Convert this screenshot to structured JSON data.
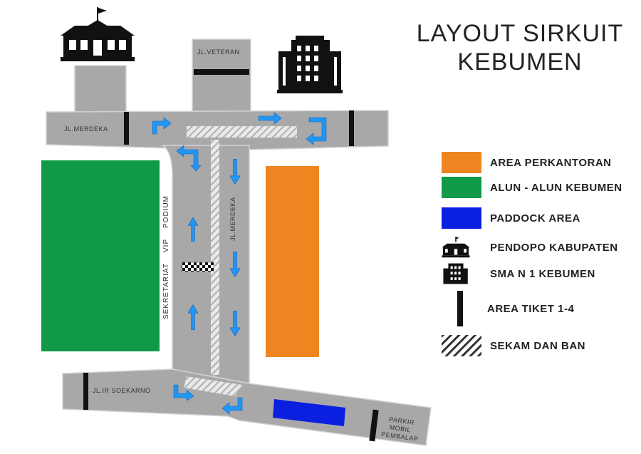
{
  "title": {
    "line1": "LAYOUT SIRKUIT",
    "line2": "KEBUMEN"
  },
  "colors": {
    "road": "#a8a8a8",
    "road_edge": "#d0d0d0",
    "office": "#ef8520",
    "alun": "#109a48",
    "paddock": "#0a1fe0",
    "arrow": "#2196f3",
    "ticket": "#111111"
  },
  "roads": {
    "veteran": "JL.VETERAN",
    "merdeka_h": "JL.MERDEKA",
    "merdeka_v": "JL.MERDEKA",
    "soekarno": "JL.IR SOEKARNO",
    "parkir": [
      "PARKIR",
      "MOBIL",
      "PEMBALAP"
    ]
  },
  "side_labels": {
    "podium": "PODIUM",
    "vip": "VIP",
    "sekretariat": "SEKRETARIAT"
  },
  "legend": [
    {
      "type": "rect",
      "color": "#ef8520",
      "label": "AREA PERKANTORAN",
      "icon": "office-swatch"
    },
    {
      "type": "rect",
      "color": "#109a48",
      "label": "ALUN - ALUN KEBUMEN",
      "icon": "alun-swatch"
    },
    {
      "type": "rect",
      "color": "#0a1fe0",
      "label": "PADDOCK AREA",
      "icon": "paddock-swatch"
    },
    {
      "type": "pendopo",
      "label": "PENDOPO KABUPATEN",
      "icon": "pendopo-icon"
    },
    {
      "type": "building",
      "label": "SMA N 1 KEBUMEN",
      "icon": "school-building-icon"
    },
    {
      "type": "ticket",
      "label": "AREA TIKET 1-4",
      "icon": "ticket-bar-icon"
    },
    {
      "type": "hatch",
      "label": "SEKAM DAN BAN",
      "icon": "hatch-icon"
    }
  ]
}
